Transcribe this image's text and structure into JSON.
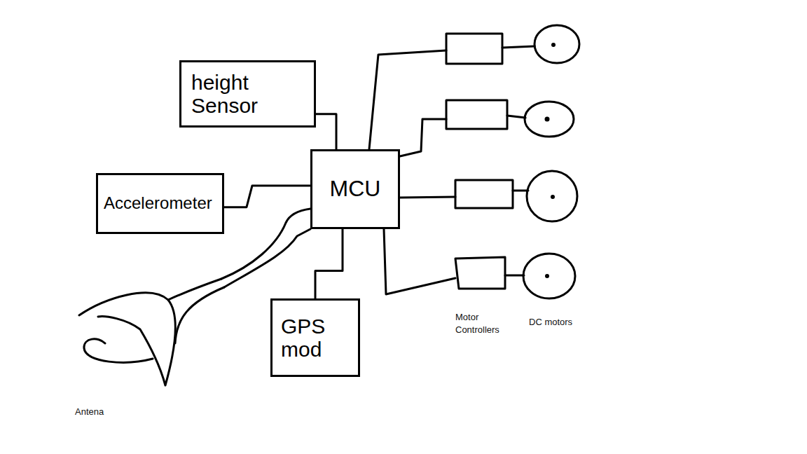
{
  "diagram": {
    "nodes": [
      {
        "text": [
          "height Sensor"
        ]
      },
      {
        "text": [
          "Accelerometer"
        ]
      },
      {
        "text": [
          "MCU"
        ]
      },
      {
        "text": [
          "GPS mod"
        ]
      }
    ],
    "edges": [
      {
        "from": 0,
        "to": 2,
        "arrow": "none"
      },
      {
        "from": 1,
        "to": 2,
        "arrow": "none"
      },
      {
        "from": 2,
        "to": 3,
        "arrow": "none"
      }
    ],
    "labels": [
      "Motor Controllers",
      "DC motors",
      "Antena"
    ]
  }
}
